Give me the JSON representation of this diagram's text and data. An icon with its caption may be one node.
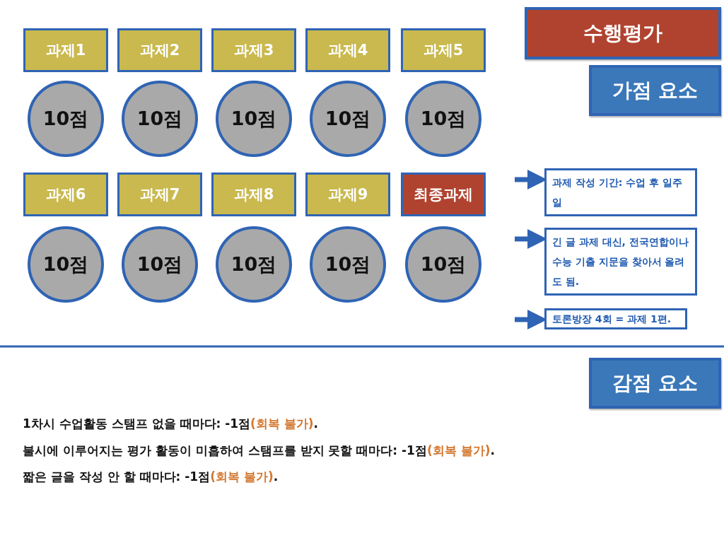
{
  "diagram": {
    "nodes": [
      {
        "text": [
          "수행평가"
        ]
      },
      {
        "text": [
          "가점 요소"
        ]
      },
      {
        "text": [
          "과제1"
        ]
      },
      {
        "text": [
          "10점"
        ]
      },
      {
        "text": [
          "과제2"
        ]
      },
      {
        "text": [
          "10점"
        ]
      },
      {
        "text": [
          "과제3"
        ]
      },
      {
        "text": [
          "10점"
        ]
      },
      {
        "text": [
          "과제4"
        ]
      },
      {
        "text": [
          "10점"
        ]
      },
      {
        "text": [
          "과제5"
        ]
      },
      {
        "text": [
          "10점"
        ]
      },
      {
        "text": [
          "과제6"
        ]
      },
      {
        "text": [
          "10점"
        ]
      },
      {
        "text": [
          "과제7"
        ]
      },
      {
        "text": [
          "10점"
        ]
      },
      {
        "text": [
          "과제8"
        ]
      },
      {
        "text": [
          "10점"
        ]
      },
      {
        "text": [
          "과제9"
        ]
      },
      {
        "text": [
          "10점"
        ]
      },
      {
        "text": [
          "최종과제"
        ]
      },
      {
        "text": [
          "10점"
        ]
      },
      {
        "text": [
          "과제 작성 기간: 수업 후 일주일"
        ]
      },
      {
        "text": [
          "긴 글 과제 대신, 전국연합이나 수능 기출 지문을 찾아서 올려도 됨."
        ]
      },
      {
        "text": [
          "토론방장 4회 = 과제 1편."
        ]
      },
      {
        "text": [
          "감점 요소"
        ]
      }
    ],
    "edges": [
      {
        "from": null,
        "to": 22,
        "arrow": "to"
      },
      {
        "from": null,
        "to": 23,
        "arrow": "to"
      },
      {
        "from": null,
        "to": 24,
        "arrow": "to"
      }
    ],
    "labels": [
      "1차시 수업활동 스탬프 없을 때마다: -1점**(회복 불가)**.",
      "불시에 이루어지는 평가 활동이 미흡하여 스탬프를 받지 못할 때마다: -1점**(회복 불가)**.",
      "짧은 글을 작성 안 할 때마다: -1점**(회복 불가)**."
    ]
  }
}
